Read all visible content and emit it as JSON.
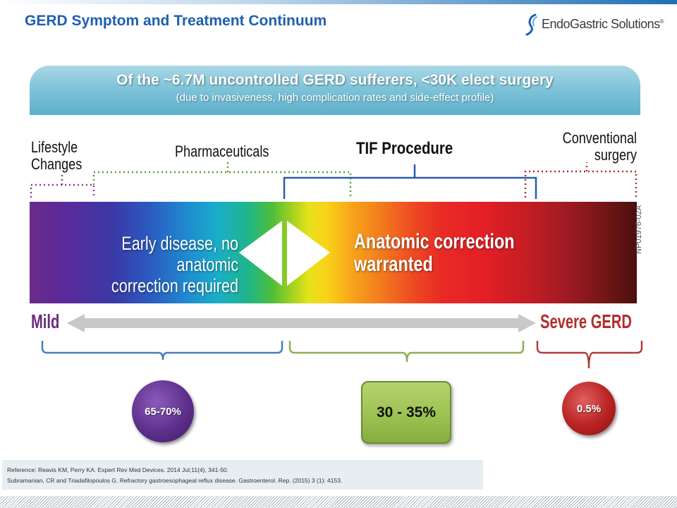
{
  "slide": {
    "title": "GERD Symptom and Treatment Continuum",
    "logo_text": "EndoGastric Solutions",
    "logo_mark": "®"
  },
  "banner": {
    "headline": "Of the ~6.7M uncontrolled GERD sufferers, <30K elect surgery",
    "subline": "(due to invasiveness,  high complication rates and side-effect  profile)"
  },
  "categories": {
    "lifestyle_line1": "Lifestyle",
    "lifestyle_line2": "Changes",
    "pharmaceuticals": "Pharmaceuticals",
    "tif": "TIF Procedure",
    "conventional_line1": "Conventional",
    "conventional_line2": "surgery"
  },
  "spectrum": {
    "left_line1": "Early disease, no anatomic",
    "left_line2": "correction required",
    "right_line1": "Anatomic correction",
    "right_line2": "warranted",
    "code": "NP01976-02A"
  },
  "scale": {
    "left": "Mild",
    "right": "Severe GERD"
  },
  "stats": {
    "mild_share": "65-70%",
    "mid_share": "30 - 35%",
    "severe_share": "0.5%"
  },
  "references": {
    "line1": "Reference: Reavis KM, Perry KA. Expert Rev Med Devices. 2014 Jul;11(4), 341-50.",
    "line2": "Subramanian, CR and Triadafilopoulos G. Refractory gastroesophageal reflux disease. Gastroenterol. Rep. (2015) 3 (1): 4153."
  },
  "colors": {
    "title_blue": "#1f5fae",
    "mild_purple": "#6b2a7e",
    "severe_red": "#b22c2c",
    "pharma_green": "#5a9a3a",
    "tif_blue": "#2a5caa"
  }
}
